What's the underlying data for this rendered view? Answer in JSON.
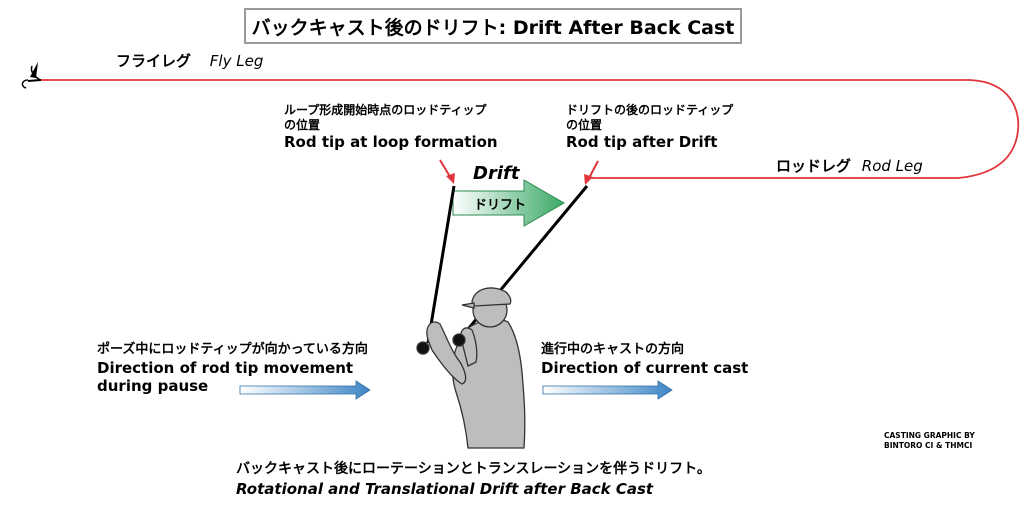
{
  "title": "バックキャスト後のドリフト: Drift After Back Cast",
  "fly_leg": {
    "jp": "フライレグ",
    "en": "Fly Leg"
  },
  "rod_leg": {
    "jp": "ロッドレグ",
    "en": "Rod Leg"
  },
  "loop_start": {
    "jp1": "ループ形成開始時点のロッドティップ",
    "jp2": "の位置",
    "en": "Rod tip at loop formation"
  },
  "after_drift": {
    "jp1": "ドリフトの後のロッドティップ",
    "jp2": "の位置",
    "en": "Rod tip after Drift"
  },
  "drift_arrow": {
    "en": "Drift",
    "jp": "ドリフト"
  },
  "pause_dir": {
    "jp": "ポーズ中にロッドティップが向かっている方向",
    "en1": "Direction of rod tip movement",
    "en2": "during pause"
  },
  "cast_dir": {
    "jp": "進行中のキャストの方向",
    "en": "Direction of current cast"
  },
  "caption": {
    "jp": "バックキャスト後にローテーションとトランスレーションを伴うドリフト。",
    "en": "Rotational and Translational Drift after Back Cast"
  },
  "credit": {
    "line1": "CASTING GRAPHIC BY",
    "line2": "BINTORO CI & THMCI"
  },
  "colors": {
    "line": "#e0353a",
    "drift_arrow": "#3aa866",
    "dir_arrow": "#3d86c6",
    "figure": "#bdbdbd"
  }
}
